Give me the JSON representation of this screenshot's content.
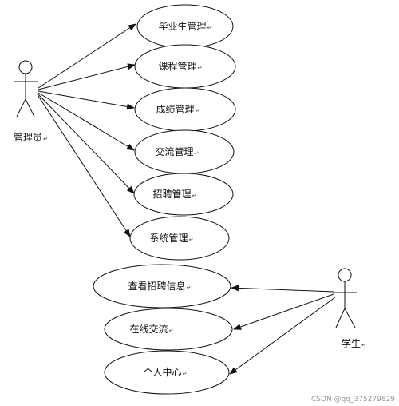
{
  "actors": {
    "admin": {
      "label": "管理员"
    },
    "student": {
      "label": "学生"
    }
  },
  "use_cases": {
    "admin": [
      "毕业生管理",
      "课程管理",
      "成绩管理",
      "交流管理",
      "招聘管理",
      "系统管理"
    ],
    "student": [
      "查看招聘信息",
      "在线交流",
      "个人中心"
    ]
  },
  "paragraph_mark": "↵",
  "watermark": "CSDN @qq_375279829",
  "colors": {
    "line": "#111111",
    "background": "#ffffff"
  }
}
